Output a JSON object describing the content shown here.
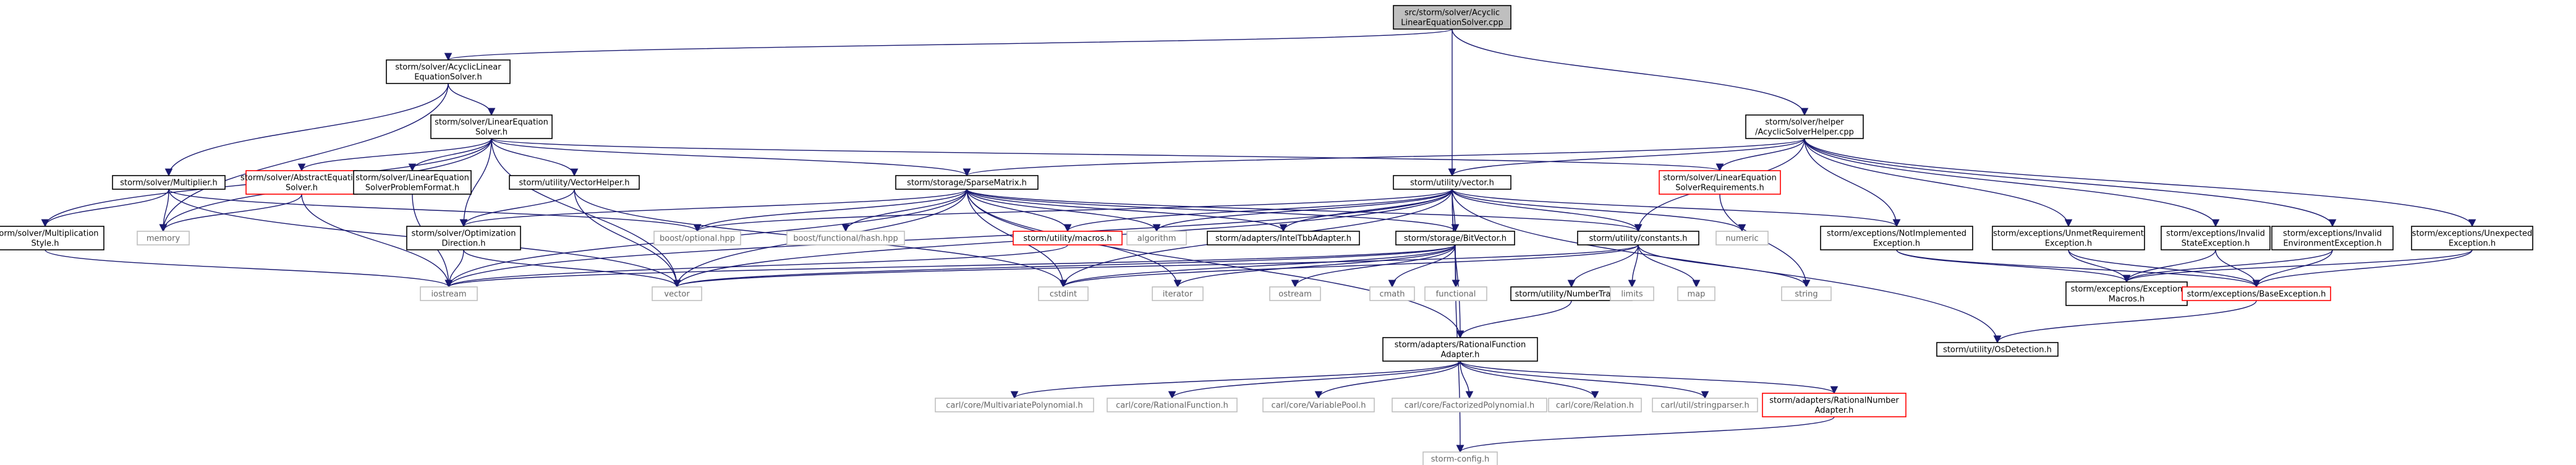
{
  "colors": {
    "edge": "#191970",
    "node_black": "#000000",
    "node_red": "#ff0000",
    "node_gray": "#bfbfbf",
    "root_fill": "#bfbfbf",
    "text_dark": "#000000",
    "text_gray": "#666666"
  },
  "nodes": [
    {
      "id": "root",
      "lines": [
        "src/storm/solver/Acyclic",
        "LinearEquationSolver.cpp"
      ],
      "style": "root"
    },
    {
      "id": "acyclic_h",
      "lines": [
        "storm/solver/AcyclicLinear",
        "EquationSolver.h"
      ],
      "style": "black"
    },
    {
      "id": "helper",
      "lines": [
        "storm/solver/helper",
        "/AcyclicSolverHelper.cpp"
      ],
      "style": "black"
    },
    {
      "id": "les_h",
      "lines": [
        "storm/solver/LinearEquation",
        "Solver.h"
      ],
      "style": "black"
    },
    {
      "id": "multiplier",
      "lines": [
        "storm/solver/Multiplier.h"
      ],
      "style": "black"
    },
    {
      "id": "abstract",
      "lines": [
        "storm/solver/AbstractEquation",
        "Solver.h"
      ],
      "style": "red"
    },
    {
      "id": "problemformat",
      "lines": [
        "storm/solver/LinearEquation",
        "SolverProblemFormat.h"
      ],
      "style": "black"
    },
    {
      "id": "vectorhelper",
      "lines": [
        "storm/utility/VectorHelper.h"
      ],
      "style": "black"
    },
    {
      "id": "sparsematrix",
      "lines": [
        "storm/storage/SparseMatrix.h"
      ],
      "style": "black"
    },
    {
      "id": "vector_h",
      "lines": [
        "storm/utility/vector.h"
      ],
      "style": "black"
    },
    {
      "id": "requirements",
      "lines": [
        "storm/solver/LinearEquation",
        "SolverRequirements.h"
      ],
      "style": "red"
    },
    {
      "id": "multstyle",
      "lines": [
        "storm/solver/Multiplication",
        "Style.h"
      ],
      "style": "black"
    },
    {
      "id": "memory",
      "lines": [
        "memory"
      ],
      "style": "gray"
    },
    {
      "id": "optdir",
      "lines": [
        "storm/solver/Optimization",
        "Direction.h"
      ],
      "style": "black"
    },
    {
      "id": "boostopt",
      "lines": [
        "boost/optional.hpp"
      ],
      "style": "gray"
    },
    {
      "id": "boosthash",
      "lines": [
        "boost/functional/hash.hpp"
      ],
      "style": "gray"
    },
    {
      "id": "macros",
      "lines": [
        "storm/utility/macros.h"
      ],
      "style": "red"
    },
    {
      "id": "algorithm",
      "lines": [
        "algorithm"
      ],
      "style": "gray"
    },
    {
      "id": "inteltbb",
      "lines": [
        "storm/adapters/IntelTbbAdapter.h"
      ],
      "style": "black"
    },
    {
      "id": "bitvector",
      "lines": [
        "storm/storage/BitVector.h"
      ],
      "style": "black"
    },
    {
      "id": "constants",
      "lines": [
        "storm/utility/constants.h"
      ],
      "style": "black"
    },
    {
      "id": "numeric",
      "lines": [
        "numeric"
      ],
      "style": "gray"
    },
    {
      "id": "notimpl",
      "lines": [
        "storm/exceptions/NotImplemented",
        "Exception.h"
      ],
      "style": "black"
    },
    {
      "id": "unmet",
      "lines": [
        "storm/exceptions/UnmetRequirement",
        "Exception.h"
      ],
      "style": "black"
    },
    {
      "id": "invstate",
      "lines": [
        "storm/exceptions/Invalid",
        "StateException.h"
      ],
      "style": "black"
    },
    {
      "id": "invenv",
      "lines": [
        "storm/exceptions/Invalid",
        "EnvironmentException.h"
      ],
      "style": "black"
    },
    {
      "id": "unexpected",
      "lines": [
        "storm/exceptions/Unexpected",
        "Exception.h"
      ],
      "style": "black"
    },
    {
      "id": "iostream",
      "lines": [
        "iostream"
      ],
      "style": "gray"
    },
    {
      "id": "vector",
      "lines": [
        "vector"
      ],
      "style": "gray"
    },
    {
      "id": "cstdint",
      "lines": [
        "cstdint"
      ],
      "style": "gray"
    },
    {
      "id": "iterator",
      "lines": [
        "iterator"
      ],
      "style": "gray"
    },
    {
      "id": "ostream",
      "lines": [
        "ostream"
      ],
      "style": "gray"
    },
    {
      "id": "cmath",
      "lines": [
        "cmath"
      ],
      "style": "gray"
    },
    {
      "id": "functional",
      "lines": [
        "functional"
      ],
      "style": "gray"
    },
    {
      "id": "numbertraits",
      "lines": [
        "storm/utility/NumberTraits.h"
      ],
      "style": "black"
    },
    {
      "id": "limits",
      "lines": [
        "limits"
      ],
      "style": "gray"
    },
    {
      "id": "map",
      "lines": [
        "map"
      ],
      "style": "gray"
    },
    {
      "id": "string",
      "lines": [
        "string"
      ],
      "style": "gray"
    },
    {
      "id": "excmacros",
      "lines": [
        "storm/exceptions/Exception",
        "Macros.h"
      ],
      "style": "black"
    },
    {
      "id": "baseexc",
      "lines": [
        "storm/exceptions/BaseException.h"
      ],
      "style": "red"
    },
    {
      "id": "osdetect",
      "lines": [
        "storm/utility/OsDetection.h"
      ],
      "style": "black"
    },
    {
      "id": "rfadapter",
      "lines": [
        "storm/adapters/RationalFunction",
        "Adapter.h"
      ],
      "style": "black"
    },
    {
      "id": "carl_mvp",
      "lines": [
        "carl/core/MultivariatePolynomial.h"
      ],
      "style": "gray"
    },
    {
      "id": "carl_rf",
      "lines": [
        "carl/core/RationalFunction.h"
      ],
      "style": "gray"
    },
    {
      "id": "carl_vp",
      "lines": [
        "carl/core/VariablePool.h"
      ],
      "style": "gray"
    },
    {
      "id": "carl_fp",
      "lines": [
        "carl/core/FactorizedPolynomial.h"
      ],
      "style": "gray"
    },
    {
      "id": "carl_rel",
      "lines": [
        "carl/core/Relation.h"
      ],
      "style": "gray"
    },
    {
      "id": "carl_sp",
      "lines": [
        "carl/util/stringparser.h"
      ],
      "style": "gray"
    },
    {
      "id": "rnadapter",
      "lines": [
        "storm/adapters/RationalNumber",
        "Adapter.h"
      ],
      "style": "red"
    },
    {
      "id": "stormconfig",
      "lines": [
        "storm-config.h"
      ],
      "style": "gray"
    }
  ],
  "edges": [
    [
      "root",
      "acyclic_h"
    ],
    [
      "root",
      "helper"
    ],
    [
      "root",
      "vector_h"
    ],
    [
      "acyclic_h",
      "les_h"
    ],
    [
      "acyclic_h",
      "multiplier"
    ],
    [
      "acyclic_h",
      "memory"
    ],
    [
      "les_h",
      "abstract"
    ],
    [
      "les_h",
      "problemformat"
    ],
    [
      "les_h",
      "vectorhelper"
    ],
    [
      "les_h",
      "sparsematrix"
    ],
    [
      "les_h",
      "requirements"
    ],
    [
      "les_h",
      "multstyle"
    ],
    [
      "les_h",
      "memory"
    ],
    [
      "les_h",
      "optdir"
    ],
    [
      "les_h",
      "vector"
    ],
    [
      "multiplier",
      "multstyle"
    ],
    [
      "multiplier",
      "memory"
    ],
    [
      "multiplier",
      "vector"
    ],
    [
      "multiplier",
      "boostopt"
    ],
    [
      "abstract",
      "memory"
    ],
    [
      "abstract",
      "iostream"
    ],
    [
      "problemformat",
      "iostream"
    ],
    [
      "vectorhelper",
      "optdir"
    ],
    [
      "vectorhelper",
      "vector"
    ],
    [
      "vectorhelper",
      "cstdint"
    ],
    [
      "multstyle",
      "iostream"
    ],
    [
      "optdir",
      "iostream"
    ],
    [
      "optdir",
      "vector"
    ],
    [
      "sparsematrix",
      "optdir"
    ],
    [
      "sparsematrix",
      "boostopt"
    ],
    [
      "sparsematrix",
      "boosthash"
    ],
    [
      "sparsematrix",
      "macros"
    ],
    [
      "sparsematrix",
      "algorithm"
    ],
    [
      "sparsematrix",
      "inteltbb"
    ],
    [
      "sparsematrix",
      "bitvector"
    ],
    [
      "sparsematrix",
      "constants"
    ],
    [
      "sparsematrix",
      "iostream"
    ],
    [
      "sparsematrix",
      "vector"
    ],
    [
      "sparsematrix",
      "cstdint"
    ],
    [
      "sparsematrix",
      "iterator"
    ],
    [
      "sparsematrix",
      "rfadapter"
    ],
    [
      "macros",
      "iostream"
    ],
    [
      "bitvector",
      "iostream"
    ],
    [
      "bitvector",
      "vector"
    ],
    [
      "bitvector",
      "cstdint"
    ],
    [
      "bitvector",
      "iterator"
    ],
    [
      "bitvector",
      "ostream"
    ],
    [
      "bitvector",
      "cmath"
    ],
    [
      "bitvector",
      "functional"
    ],
    [
      "bitvector",
      "stormconfig"
    ],
    [
      "vector_h",
      "macros"
    ],
    [
      "vector_h",
      "algorithm"
    ],
    [
      "vector_h",
      "inteltbb"
    ],
    [
      "vector_h",
      "bitvector"
    ],
    [
      "vector_h",
      "constants"
    ],
    [
      "vector_h",
      "numeric"
    ],
    [
      "vector_h",
      "notimpl"
    ],
    [
      "vector_h",
      "iostream"
    ],
    [
      "vector_h",
      "vector"
    ],
    [
      "vector_h",
      "functional"
    ],
    [
      "vector_h",
      "boostopt"
    ],
    [
      "vector_h",
      "rfadapter"
    ],
    [
      "vector_h",
      "osdetect"
    ],
    [
      "vector_h",
      "cstdint"
    ],
    [
      "helper",
      "sparsematrix"
    ],
    [
      "helper",
      "vector_h"
    ],
    [
      "helper",
      "requirements"
    ],
    [
      "helper",
      "constants"
    ],
    [
      "helper",
      "notimpl"
    ],
    [
      "helper",
      "unmet"
    ],
    [
      "helper",
      "invstate"
    ],
    [
      "helper",
      "invenv"
    ],
    [
      "helper",
      "unexpected"
    ],
    [
      "requirements",
      "string"
    ],
    [
      "constants",
      "numbertraits"
    ],
    [
      "constants",
      "limits"
    ],
    [
      "constants",
      "map"
    ],
    [
      "constants",
      "string"
    ],
    [
      "constants",
      "cstdint"
    ],
    [
      "constants",
      "vector"
    ],
    [
      "numbertraits",
      "rfadapter"
    ],
    [
      "notimpl",
      "excmacros"
    ],
    [
      "notimpl",
      "baseexc"
    ],
    [
      "unmet",
      "excmacros"
    ],
    [
      "unmet",
      "baseexc"
    ],
    [
      "invstate",
      "excmacros"
    ],
    [
      "invstate",
      "baseexc"
    ],
    [
      "invenv",
      "excmacros"
    ],
    [
      "invenv",
      "baseexc"
    ],
    [
      "unexpected",
      "excmacros"
    ],
    [
      "unexpected",
      "baseexc"
    ],
    [
      "baseexc",
      "osdetect"
    ],
    [
      "rfadapter",
      "carl_mvp"
    ],
    [
      "rfadapter",
      "carl_rf"
    ],
    [
      "rfadapter",
      "carl_vp"
    ],
    [
      "rfadapter",
      "carl_fp"
    ],
    [
      "rfadapter",
      "carl_rel"
    ],
    [
      "rfadapter",
      "carl_sp"
    ],
    [
      "rfadapter",
      "rnadapter"
    ],
    [
      "rnadapter",
      "stormconfig"
    ]
  ]
}
